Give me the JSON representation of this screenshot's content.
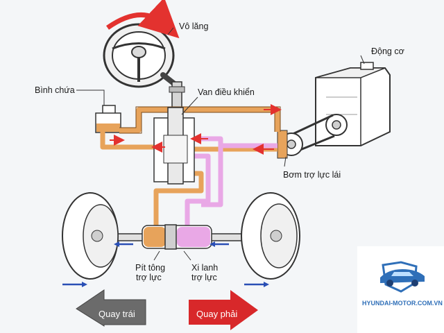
{
  "labels": {
    "steering_wheel": "Vô lăng",
    "reservoir": "Bình chứa",
    "control_valve": "Van điều khiển",
    "engine": "Động cơ",
    "pump": "Bơm trợ lực lái",
    "piston_line1": "Pít tông",
    "piston_line2": "trợ lực",
    "cylinder_line1": "Xi lanh",
    "cylinder_line2": "trợ lực"
  },
  "buttons": {
    "turn_left": "Quay trái",
    "turn_right": "Quay phải"
  },
  "logo": {
    "text": "HYUNDAI-MOTOR.COM.VN"
  },
  "colors": {
    "oil_orange": "#e7a35b",
    "oil_pink": "#e9a8e6",
    "flow_red": "#e3322f",
    "flow_blue": "#2a4fb5",
    "turn_left_bg": "#6b6b6b",
    "turn_right_bg": "#d8282a"
  }
}
